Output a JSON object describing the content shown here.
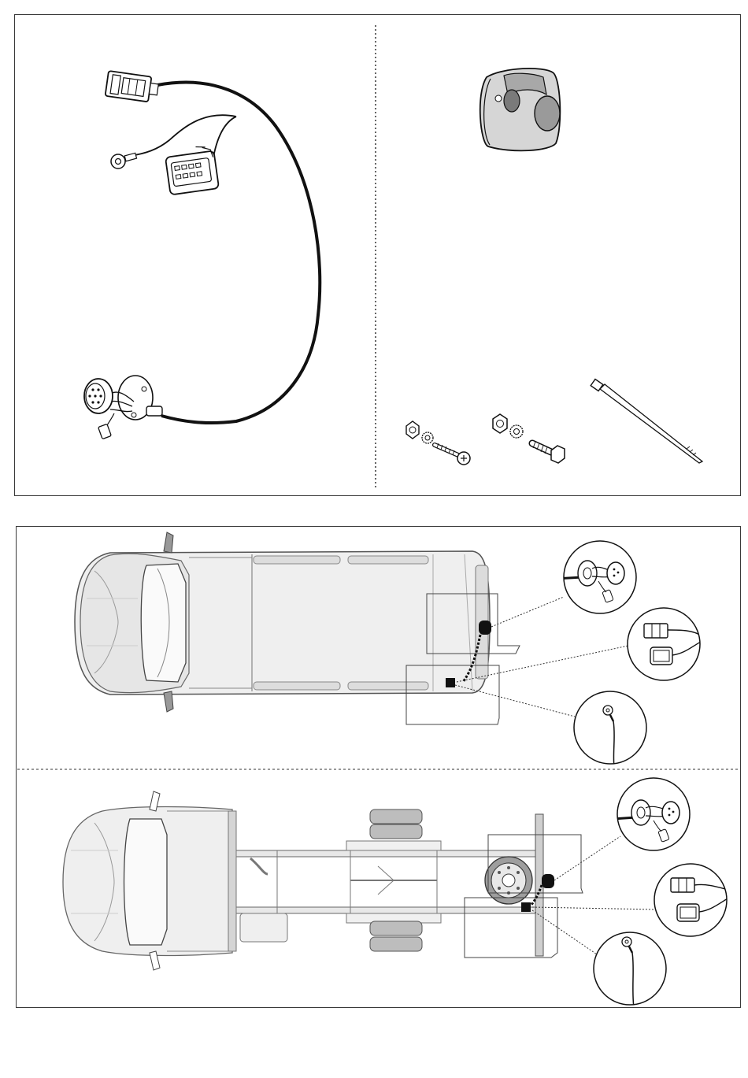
{
  "page": {
    "background": "#ffffff",
    "line_color": "#1a1a1a",
    "body_gray": "#e6e6e6",
    "dark_gray": "#8a8a8a"
  },
  "panels": {
    "kit_contents": {
      "items": [
        {
          "name": "wiring-harness",
          "icon": "harness-icon"
        },
        {
          "name": "trailer-socket-cover",
          "icon": "socket-icon"
        },
        {
          "name": "bolt-set-small",
          "icon": "bolt-icon"
        },
        {
          "name": "bolt-set-large",
          "icon": "bolt-icon"
        },
        {
          "name": "cable-tie",
          "icon": "cable-tie-icon"
        }
      ]
    },
    "installation": {
      "vehicles": [
        {
          "name": "panel-van",
          "callouts": [
            "socket-detail",
            "connector-detail",
            "ground-ring-detail"
          ]
        },
        {
          "name": "chassis-cab",
          "callouts": [
            "socket-detail",
            "connector-detail",
            "ground-ring-detail"
          ]
        }
      ]
    }
  }
}
